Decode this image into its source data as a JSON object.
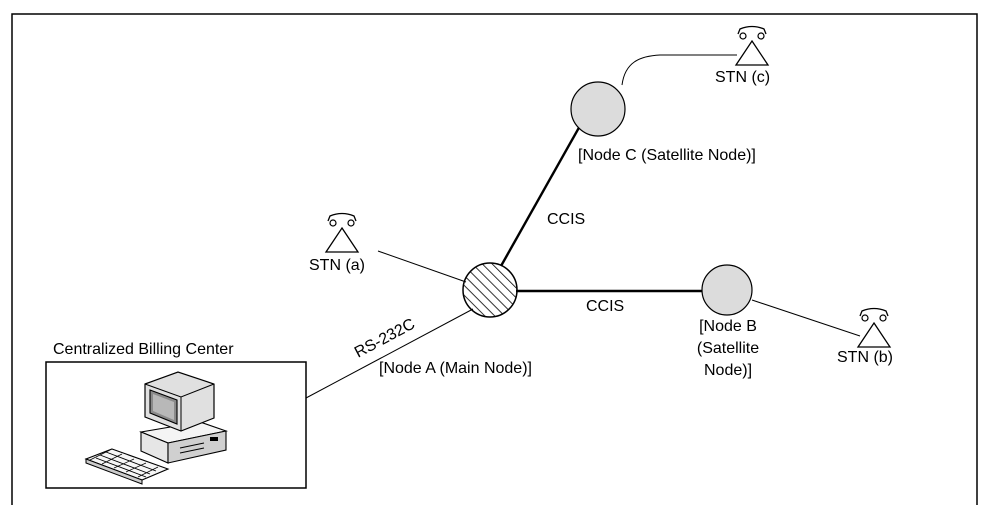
{
  "nodes": {
    "node_a_label": "[Node A (Main Node)]",
    "node_b_label_lines": [
      "[Node B",
      "(Satellite",
      "Node)]"
    ],
    "node_c_label": "[Node C (Satellite Node)]"
  },
  "stations": {
    "stn_a": "STN (a)",
    "stn_b": "STN (b)",
    "stn_c": "STN (c)"
  },
  "links": {
    "ccis_a_c": "CCIS",
    "ccis_a_b": "CCIS",
    "rs232": "RS-232C"
  },
  "billing": {
    "title": "Centralized Billing Center"
  }
}
